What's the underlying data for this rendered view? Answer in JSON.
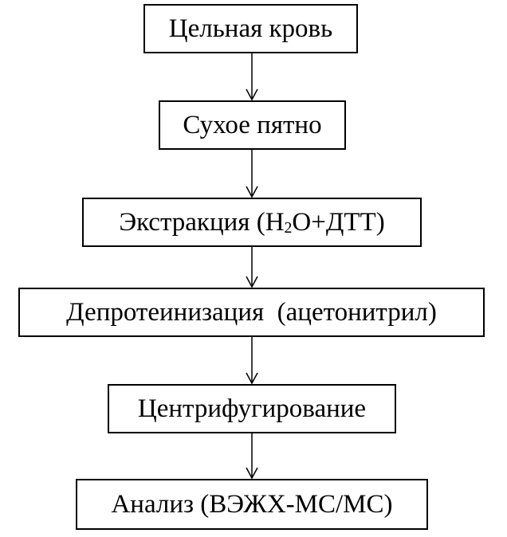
{
  "steps": [
    {
      "label": "Цельная кровь"
    },
    {
      "label": "Сухое пятно"
    },
    {
      "label_prefix": "Экстракция (H",
      "label_sub": "2",
      "label_suffix": "O+ДТТ)"
    },
    {
      "label": "Депротеинизация  (ацетонитрил)"
    },
    {
      "label": "Центрифугирование"
    },
    {
      "label": "Анализ (ВЭЖХ-МС/МС)"
    }
  ],
  "colors": {
    "stroke": "#000000",
    "background": "#ffffff",
    "text": "#000000"
  }
}
